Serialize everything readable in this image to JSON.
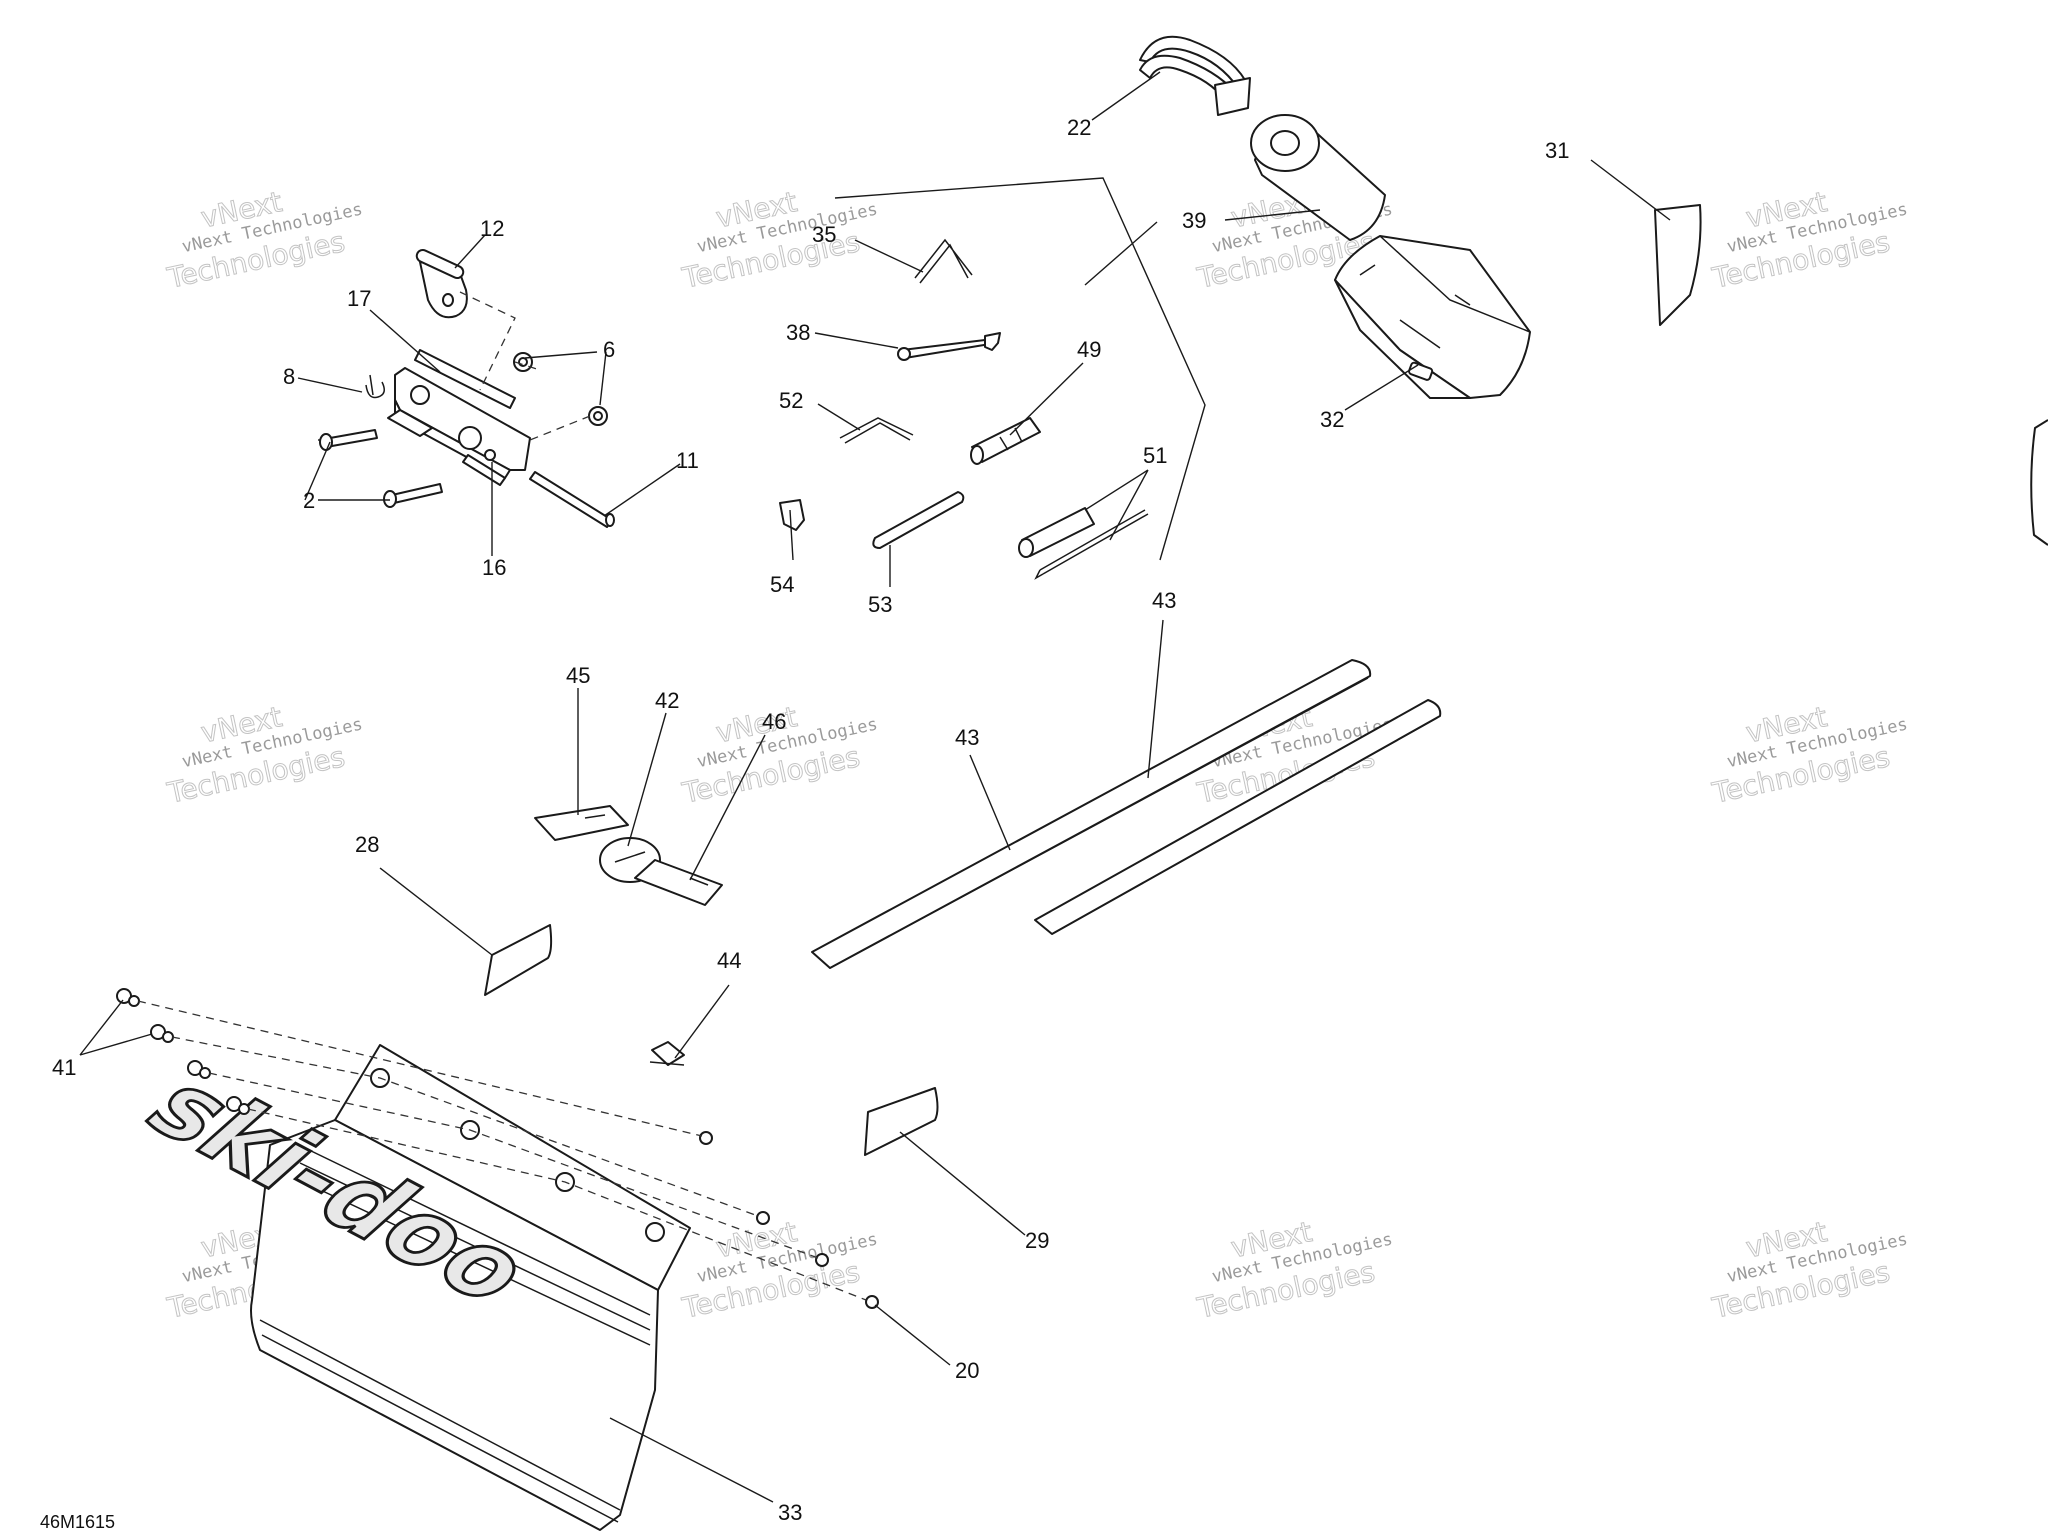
{
  "diagram": {
    "id_label": "46M1615",
    "watermark": {
      "line1": "vNext Technologies",
      "line2": "vNext",
      "line3": "Technologies"
    },
    "logo_text": "ski-doo",
    "callouts": [
      "2",
      "6",
      "8",
      "11",
      "12",
      "16",
      "17",
      "20",
      "22",
      "28",
      "29",
      "31",
      "32",
      "33",
      "35",
      "38",
      "39",
      "41",
      "42",
      "43",
      "43",
      "44",
      "45",
      "46",
      "49",
      "51",
      "52",
      "53",
      "54"
    ]
  }
}
